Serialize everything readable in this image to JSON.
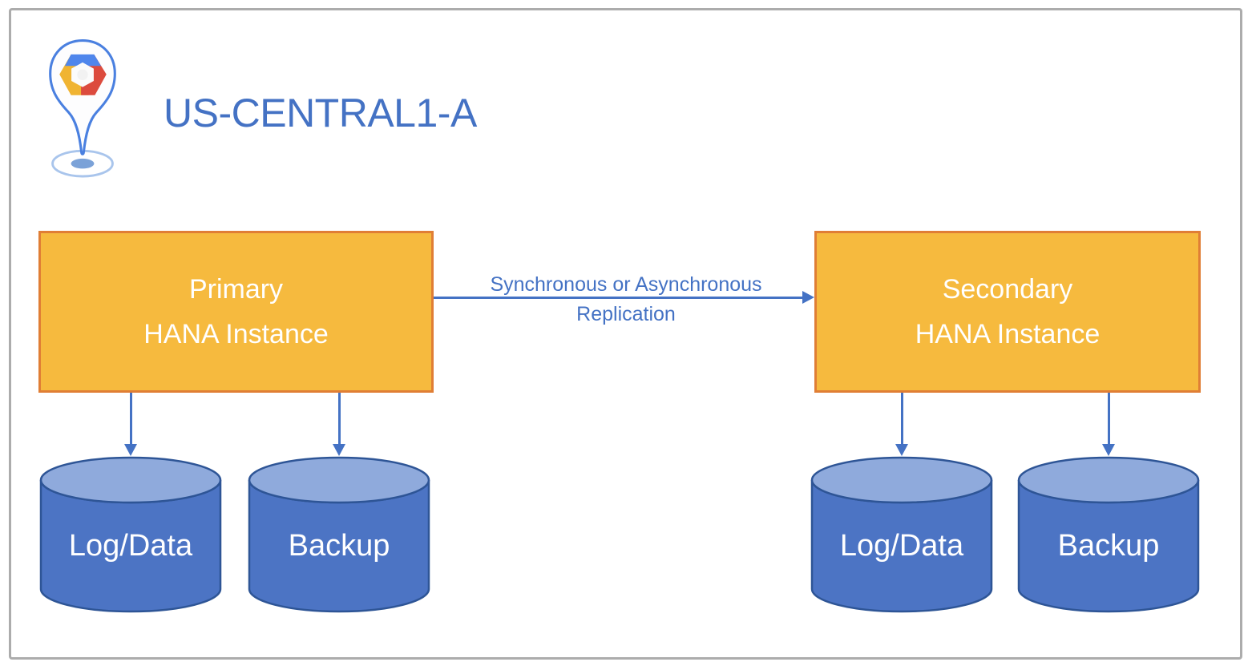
{
  "zone": {
    "title": "US-CENTRAL1-A",
    "icon": "gcp-location-pin"
  },
  "instances": {
    "primary": {
      "line1": "Primary",
      "line2": "HANA Instance"
    },
    "secondary": {
      "line1": "Secondary",
      "line2": "HANA Instance"
    }
  },
  "replication_arrow": {
    "line1": "Synchronous or Asynchronous",
    "line2": "Replication",
    "direction": "left-to-right"
  },
  "disks": {
    "primary": [
      {
        "label": "Log/Data"
      },
      {
        "label": "Backup"
      }
    ],
    "secondary": [
      {
        "label": "Log/Data"
      },
      {
        "label": "Backup"
      }
    ]
  },
  "colors": {
    "accent_blue": "#4472C4",
    "instance_fill": "#F6BA3E",
    "instance_border": "#E07E35",
    "disk_fill": "#4C74C4",
    "disk_top_fill": "#8FAADC",
    "disk_border": "#2E5596",
    "frame_border": "#ACACAC",
    "text_on_fill": "#FFFFFF",
    "logo_blue": "#4F86EC",
    "logo_red": "#DC4B3E",
    "logo_yellow": "#F0B432"
  }
}
